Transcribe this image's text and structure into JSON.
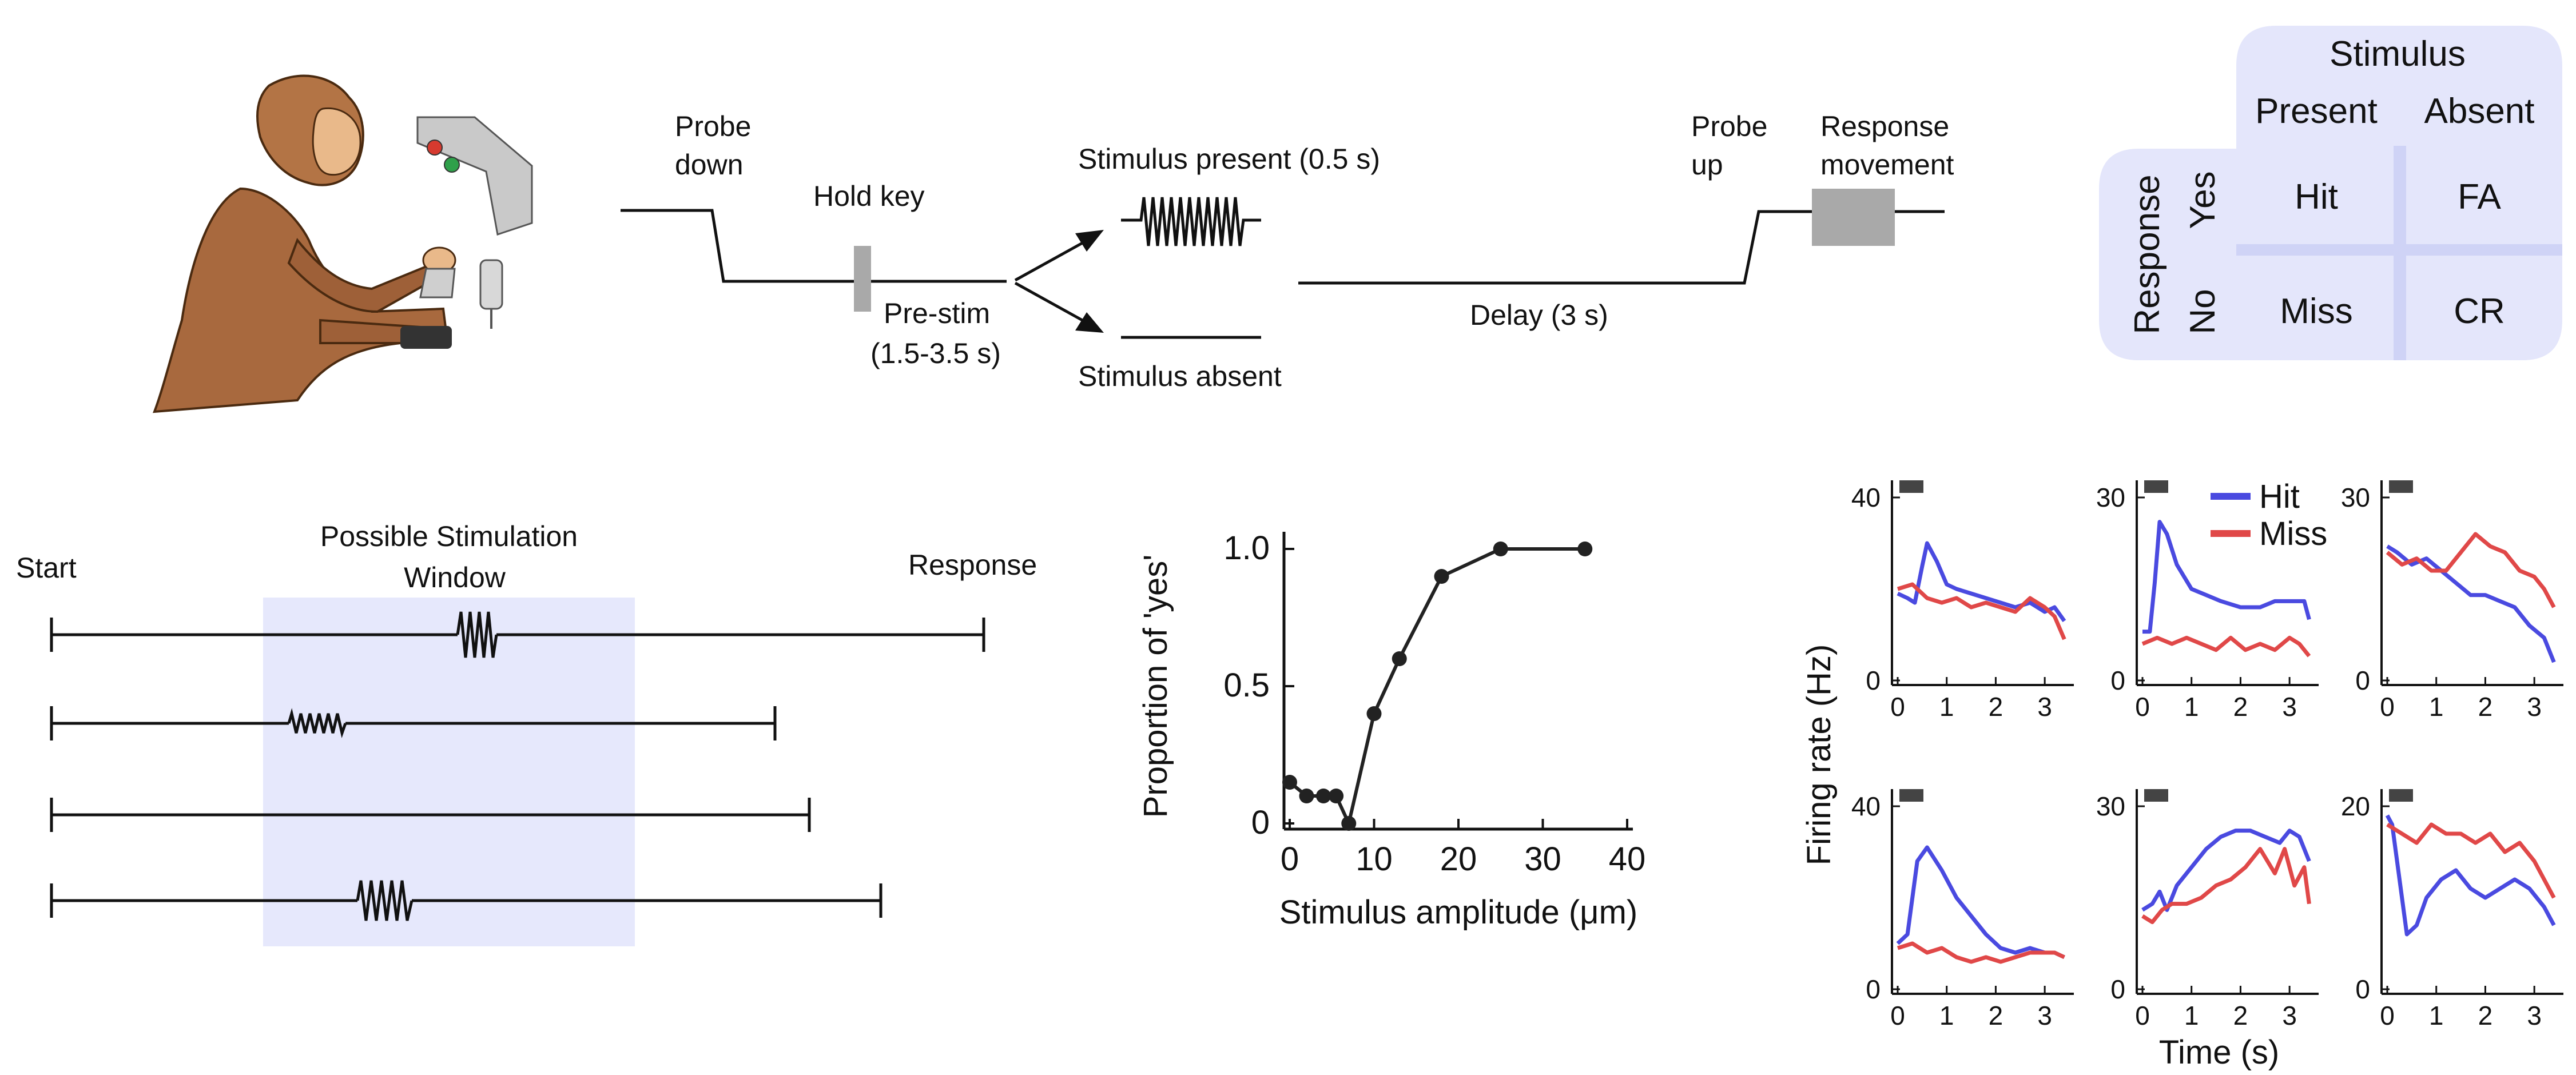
{
  "trial_schematic": {
    "probe_down": [
      "Probe",
      "down"
    ],
    "hold_key": "Hold key",
    "pre_stim": [
      "Pre-stim",
      "(1.5-3.5 s)"
    ],
    "stimulus_present": "Stimulus present (0.5 s)",
    "stimulus_absent": "Stimulus absent",
    "delay": "Delay (3 s)",
    "probe_up": [
      "Probe",
      "up"
    ],
    "response_movement": [
      "Response",
      "movement"
    ]
  },
  "outcome_table": {
    "stimulus_header": "Stimulus",
    "present": "Present",
    "absent": "Absent",
    "response_header": "Response",
    "yes": "Yes",
    "no": "No",
    "hit": "Hit",
    "fa": "FA",
    "miss": "Miss",
    "cr": "CR",
    "bg_color": "#e4e6fb",
    "divider_color": "#cfd3f6"
  },
  "window_schematic": {
    "start": "Start",
    "response": "Response",
    "window_label": [
      "Possible Stimulation",
      "Window"
    ],
    "window_color": "#e6e8fc"
  },
  "chart_data": [
    {
      "type": "line",
      "xlabel": "Stimulus amplitude (μm)",
      "ylabel": "Proportion of  'yes'",
      "x": [
        0,
        2,
        4,
        5.5,
        7,
        10,
        13,
        18,
        25,
        35
      ],
      "values": [
        0.15,
        0.1,
        0.1,
        0.1,
        0,
        0.4,
        0.6,
        0.9,
        1.0,
        1.0
      ],
      "xlim": [
        0,
        40
      ],
      "ylim": [
        0,
        1
      ],
      "xticks": [
        "0",
        "10",
        "20",
        "30",
        "40"
      ],
      "yticks": [
        "0",
        "0.5",
        "1.0"
      ],
      "color": "#222222"
    },
    {
      "type": "line",
      "panels": [
        {
          "ymax": 40,
          "yticks": [
            "0",
            "40"
          ],
          "series": [
            {
              "name": "Hit",
              "x": [
                0,
                0.2,
                0.35,
                0.5,
                0.6,
                0.8,
                1.0,
                1.2,
                1.5,
                1.8,
                2.1,
                2.4,
                2.7,
                3.0,
                3.2,
                3.4
              ],
              "values": [
                19,
                18,
                17,
                25,
                30,
                26,
                21,
                20,
                19,
                18,
                17,
                16,
                17,
                15,
                16,
                13
              ]
            },
            {
              "name": "Miss",
              "x": [
                0,
                0.3,
                0.6,
                0.9,
                1.2,
                1.5,
                1.8,
                2.1,
                2.4,
                2.7,
                3.0,
                3.2,
                3.4
              ],
              "values": [
                20,
                21,
                18,
                17,
                18,
                16,
                17,
                16,
                15,
                18,
                16,
                14,
                9
              ]
            }
          ]
        },
        {
          "ymax": 30,
          "yticks": [
            "0",
            "30"
          ],
          "series": [
            {
              "name": "Hit",
              "x": [
                0,
                0.15,
                0.25,
                0.35,
                0.5,
                0.7,
                1.0,
                1.3,
                1.6,
                2.0,
                2.4,
                2.7,
                3.0,
                3.3,
                3.4
              ],
              "values": [
                8,
                8,
                16,
                26,
                24,
                19,
                15,
                14,
                13,
                12,
                12,
                13,
                13,
                13,
                10
              ]
            },
            {
              "name": "Miss",
              "x": [
                0,
                0.3,
                0.6,
                0.9,
                1.2,
                1.5,
                1.8,
                2.1,
                2.4,
                2.7,
                3.0,
                3.2,
                3.4
              ],
              "values": [
                6,
                7,
                6,
                7,
                6,
                5,
                7,
                5,
                6,
                5,
                7,
                6,
                4
              ]
            }
          ]
        },
        {
          "ymax": 30,
          "yticks": [
            "0",
            "30"
          ],
          "series": [
            {
              "name": "Hit",
              "x": [
                0,
                0.2,
                0.5,
                0.8,
                1.1,
                1.4,
                1.7,
                2.0,
                2.3,
                2.6,
                2.9,
                3.2,
                3.4
              ],
              "values": [
                22,
                21,
                19,
                20,
                18,
                16,
                14,
                14,
                13,
                12,
                9,
                7,
                3
              ]
            },
            {
              "name": "Miss",
              "x": [
                0,
                0.3,
                0.6,
                0.9,
                1.2,
                1.5,
                1.8,
                2.1,
                2.4,
                2.7,
                3.0,
                3.2,
                3.4
              ],
              "values": [
                21,
                19,
                20,
                18,
                18,
                21,
                24,
                22,
                21,
                18,
                17,
                15,
                12
              ]
            }
          ]
        },
        {
          "ymax": 40,
          "yticks": [
            "0",
            "40"
          ],
          "series": [
            {
              "name": "Hit",
              "x": [
                0,
                0.2,
                0.4,
                0.6,
                0.9,
                1.2,
                1.5,
                1.8,
                2.1,
                2.4,
                2.7,
                3.0,
                3.2,
                3.4
              ],
              "values": [
                10,
                12,
                28,
                31,
                26,
                20,
                16,
                12,
                9,
                8,
                9,
                8,
                8,
                7
              ]
            },
            {
              "name": "Miss",
              "x": [
                0,
                0.3,
                0.6,
                0.9,
                1.2,
                1.5,
                1.8,
                2.1,
                2.4,
                2.7,
                3.0,
                3.2,
                3.4
              ],
              "values": [
                9,
                10,
                8,
                9,
                7,
                6,
                7,
                6,
                7,
                8,
                8,
                8,
                7
              ]
            }
          ]
        },
        {
          "ymax": 30,
          "yticks": [
            "0",
            "30"
          ],
          "series": [
            {
              "name": "Hit",
              "x": [
                0,
                0.2,
                0.35,
                0.5,
                0.7,
                1.0,
                1.3,
                1.6,
                1.9,
                2.2,
                2.5,
                2.8,
                3.0,
                3.2,
                3.4
              ],
              "values": [
                13,
                14,
                16,
                13,
                17,
                20,
                23,
                25,
                26,
                26,
                25,
                24,
                26,
                25,
                21
              ]
            },
            {
              "name": "Miss",
              "x": [
                0,
                0.2,
                0.4,
                0.6,
                0.9,
                1.2,
                1.5,
                1.8,
                2.1,
                2.4,
                2.7,
                2.9,
                3.1,
                3.3,
                3.4
              ],
              "values": [
                12,
                11,
                13,
                14,
                14,
                15,
                17,
                18,
                20,
                23,
                19,
                23,
                17,
                20,
                14
              ]
            }
          ]
        },
        {
          "ymax": 20,
          "yticks": [
            "0",
            "20"
          ],
          "series": [
            {
              "name": "Hit",
              "x": [
                0,
                0.1,
                0.25,
                0.4,
                0.6,
                0.8,
                1.1,
                1.4,
                1.7,
                2.0,
                2.3,
                2.6,
                2.9,
                3.2,
                3.4
              ],
              "values": [
                19,
                18,
                12,
                6,
                7,
                10,
                12,
                13,
                11,
                10,
                11,
                12,
                11,
                9,
                7
              ]
            },
            {
              "name": "Miss",
              "x": [
                0,
                0.3,
                0.6,
                0.9,
                1.2,
                1.5,
                1.8,
                2.1,
                2.4,
                2.7,
                3.0,
                3.2,
                3.4
              ],
              "values": [
                18,
                17,
                16,
                18,
                17,
                17,
                16,
                17,
                15,
                16,
                14,
                12,
                10
              ]
            }
          ]
        }
      ],
      "xticks": [
        "0",
        "1",
        "2",
        "3"
      ],
      "xlim": [
        0,
        3.5
      ],
      "xlabel": "Time (s)",
      "ylabel": "Firing rate (Hz)",
      "legend": [
        "Hit",
        "Miss"
      ],
      "colors": {
        "hit": "#4a4ae0",
        "miss": "#e04848"
      }
    }
  ]
}
